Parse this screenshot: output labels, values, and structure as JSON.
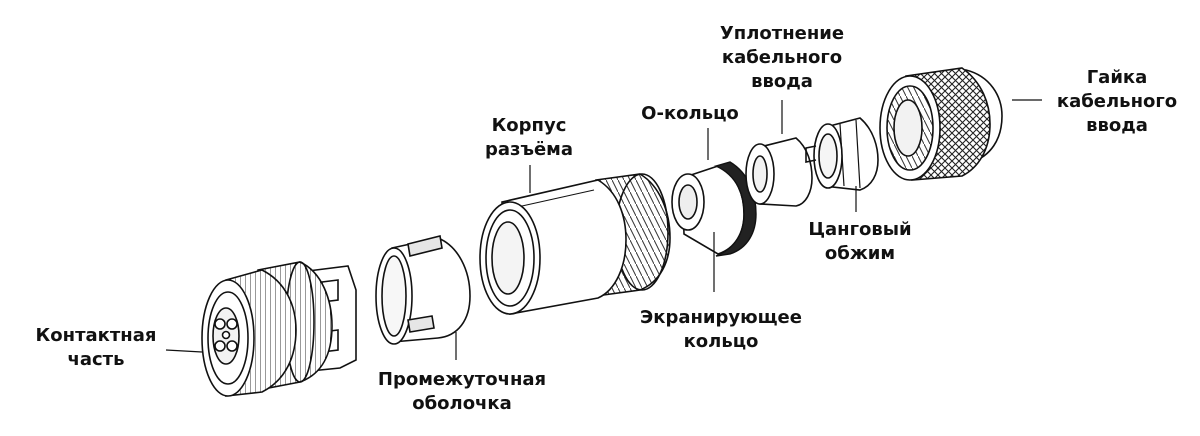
{
  "colors": {
    "ink": "#111111",
    "paper": "#ffffff",
    "shade": "#bfbfbf"
  },
  "labels": {
    "contact": [
      "Контактная",
      "часть"
    ],
    "shell": [
      "Промежуточная",
      "оболочка"
    ],
    "body": [
      "Корпус",
      "разъёма"
    ],
    "oring": [
      "О-кольцо"
    ],
    "shield": [
      "Экранирующее",
      "кольцо"
    ],
    "seal": [
      "Уплотнение",
      "кабельного",
      "ввода"
    ],
    "collet": [
      "Цанговый",
      "обжим"
    ],
    "nut": [
      "Гайка",
      "кабельного",
      "ввода"
    ]
  }
}
